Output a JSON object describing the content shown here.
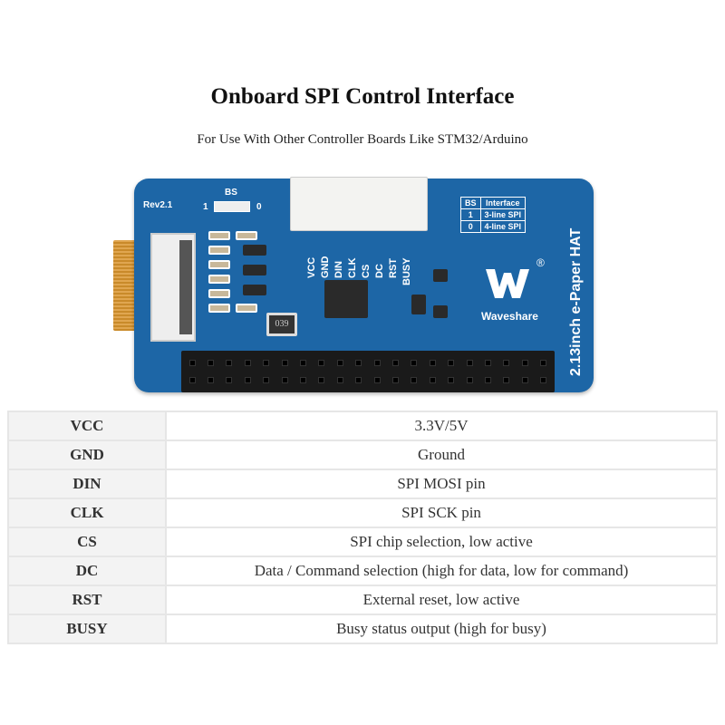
{
  "title": "Onboard SPI Control Interface",
  "subtitle": "For Use With Other Controller Boards Like STM32/Arduino",
  "board": {
    "revision": "Rev2.1",
    "bs_label": "BS",
    "bs_left": "1",
    "bs_right": "0",
    "pin_labels": [
      "VCC",
      "GND",
      "DIN",
      "CLK",
      "CS",
      "DC",
      "RST",
      "BUSY"
    ],
    "bs_table": {
      "headers": [
        "BS",
        "Interface"
      ],
      "rows": [
        [
          "1",
          "3-line SPI"
        ],
        [
          "0",
          "4-line SPI"
        ]
      ]
    },
    "brand": "Waveshare",
    "registered": "®",
    "product_name": "2.13inch e-Paper HAT",
    "inductor_marking": "039",
    "colors": {
      "pcb": "#1d66a6",
      "silkscreen": "#ffffff"
    }
  },
  "pins": [
    {
      "name": "VCC",
      "desc": "3.3V/5V"
    },
    {
      "name": "GND",
      "desc": "Ground"
    },
    {
      "name": "DIN",
      "desc": "SPI MOSI pin"
    },
    {
      "name": "CLK",
      "desc": "SPI SCK pin"
    },
    {
      "name": "CS",
      "desc": "SPI chip selection, low active"
    },
    {
      "name": "DC",
      "desc": "Data / Command selection (high for data, low for command)"
    },
    {
      "name": "RST",
      "desc": "External reset, low active"
    },
    {
      "name": "BUSY",
      "desc": "Busy status output (high for busy)"
    }
  ]
}
